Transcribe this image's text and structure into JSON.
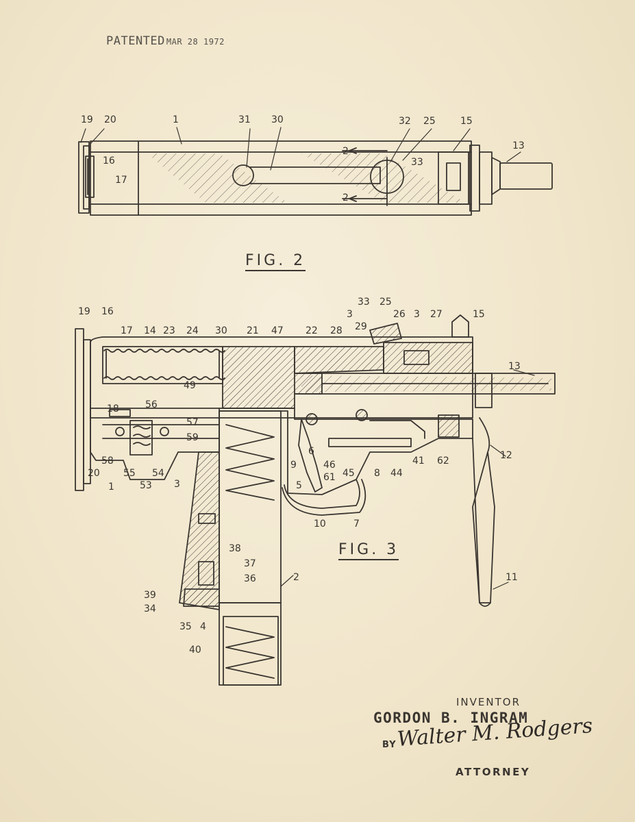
{
  "stamp": {
    "text": "PATENTED",
    "date": "MAR 28 1972"
  },
  "figures": {
    "fig2": {
      "label": "FIG. 2"
    },
    "fig3": {
      "label": "FIG. 3"
    }
  },
  "fig2_refs": [
    "19",
    "20",
    "1",
    "31",
    "30",
    "32",
    "25",
    "15",
    "13",
    "16",
    "17",
    "2",
    "33",
    "2"
  ],
  "fig3_refs": [
    "19",
    "16",
    "17",
    "14",
    "23",
    "24",
    "30",
    "21",
    "47",
    "22",
    "28",
    "3",
    "29",
    "33",
    "25",
    "26",
    "3",
    "27",
    "15",
    "13",
    "49",
    "18",
    "56",
    "57",
    "59",
    "58",
    "20",
    "55",
    "54",
    "53",
    "1",
    "3",
    "6",
    "9",
    "46",
    "45",
    "61",
    "5",
    "8",
    "44",
    "41",
    "62",
    "12",
    "10",
    "7",
    "38",
    "37",
    "36",
    "39",
    "34",
    "35",
    "4",
    "2",
    "40",
    "11"
  ],
  "signature_block": {
    "inventor_label": "INVENTOR",
    "inventor_name": "GORDON B. INGRAM",
    "by_label": "BY",
    "attorney_signature": "Walter M. Rodgers",
    "attorney_label": "ATTORNEY"
  },
  "colors": {
    "paper": "#f2e8cf",
    "ink": "#3a3530"
  }
}
